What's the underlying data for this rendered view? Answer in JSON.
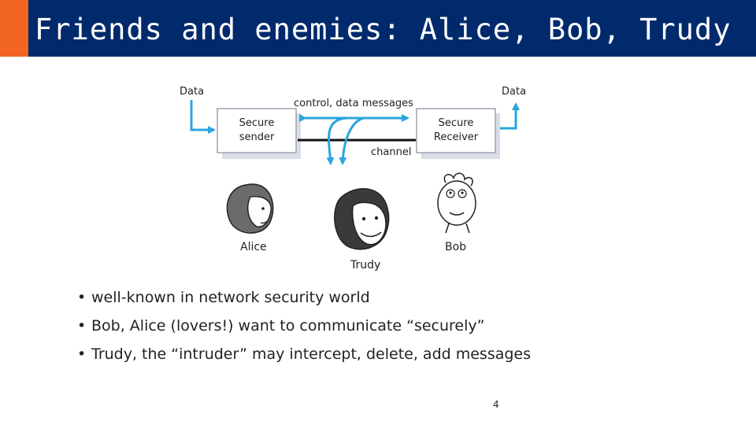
{
  "slide": {
    "title": "Friends and enemies: Alice, Bob, Trudy",
    "page_number": "4",
    "colors": {
      "title_bar": "#002a6c",
      "accent_bar": "#f26522",
      "arrow": "#2aa5dc"
    }
  },
  "diagram": {
    "data_left": "Data",
    "data_right": "Data",
    "control_label": "control, data messages",
    "sender_line1": "Secure",
    "sender_line2": "sender",
    "receiver_line1": "Secure",
    "receiver_line2": "Receiver",
    "channel_label": "channel",
    "alice": "Alice",
    "bob": "Bob",
    "trudy": "Trudy"
  },
  "bullets": [
    "well-known in network security world",
    "Bob, Alice (lovers!) want to communicate “securely”",
    "Trudy, the “intruder” may intercept, delete, add messages"
  ]
}
